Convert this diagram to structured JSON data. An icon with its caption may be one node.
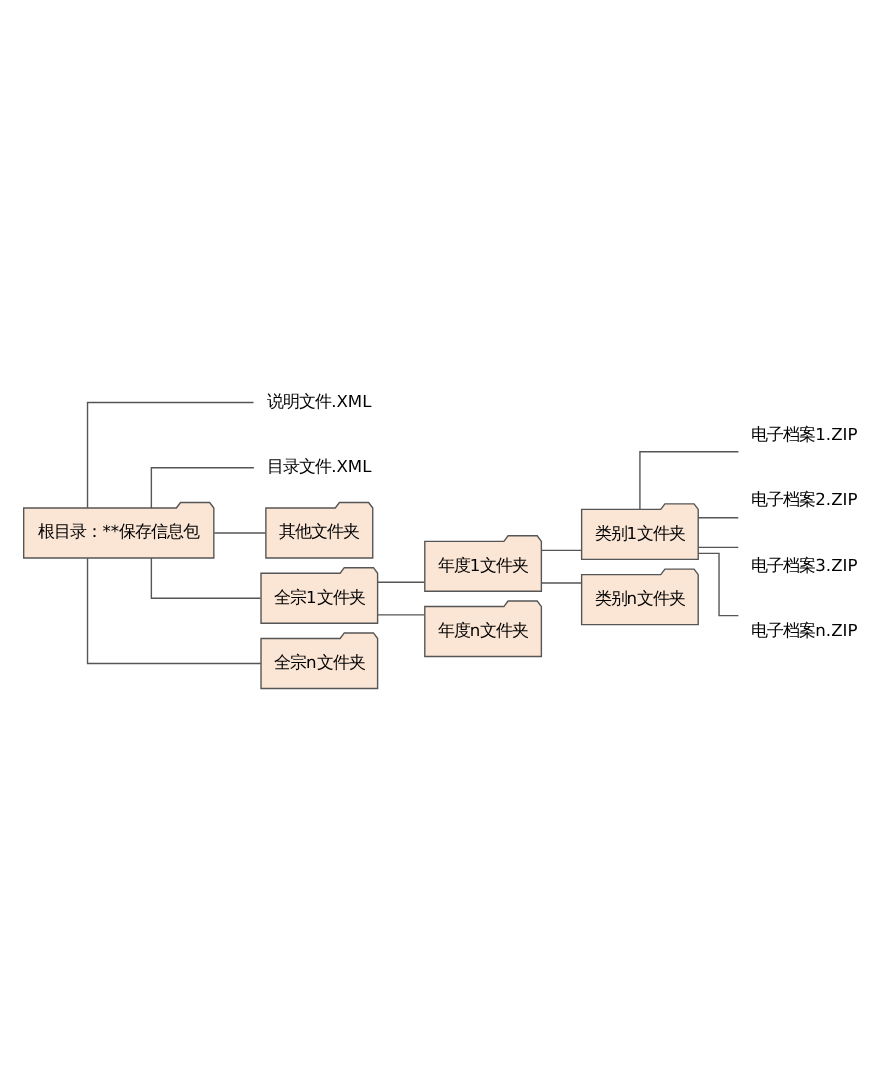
{
  "diagram": {
    "nodes": [
      {
        "text": [
          "根目录：**保存信息包"
        ]
      },
      {
        "text": [
          "说明文件.XML"
        ]
      },
      {
        "text": [
          "目录文件.XML"
        ]
      },
      {
        "text": [
          "其他文件夹"
        ]
      },
      {
        "text": [
          "全宗1文件夹"
        ]
      },
      {
        "text": [
          "年度1文件夹"
        ]
      },
      {
        "text": [
          "类别1文件夹"
        ]
      },
      {
        "text": [
          "电子档案1.ZIP"
        ]
      },
      {
        "text": [
          "电子档案2.ZIP"
        ]
      },
      {
        "text": [
          "电子档案3.ZIP"
        ]
      },
      {
        "text": [
          "电子档案n.ZIP"
        ]
      },
      {
        "text": [
          "类别n文件夹"
        ]
      },
      {
        "text": [
          "年度n文件夹"
        ]
      },
      {
        "text": [
          "全宗n文件夹"
        ]
      }
    ],
    "edges": [
      {
        "from": 0,
        "to": 1,
        "arrow": "none"
      },
      {
        "from": 0,
        "to": 2,
        "arrow": "none"
      },
      {
        "from": 0,
        "to": 3,
        "arrow": "none"
      },
      {
        "from": 0,
        "to": 4,
        "arrow": "none"
      },
      {
        "from": 4,
        "to": 5,
        "arrow": "none"
      },
      {
        "from": 5,
        "to": 6,
        "arrow": "none"
      },
      {
        "from": 6,
        "to": 7,
        "arrow": "none"
      },
      {
        "from": 6,
        "to": 8,
        "arrow": "none"
      },
      {
        "from": 6,
        "to": 9,
        "arrow": "none"
      },
      {
        "from": 6,
        "to": 10,
        "arrow": "none"
      },
      {
        "from": 5,
        "to": 11,
        "arrow": "none"
      },
      {
        "from": 4,
        "to": 12,
        "arrow": "none"
      },
      {
        "from": 0,
        "to": 13,
        "arrow": "none"
      }
    ]
  }
}
